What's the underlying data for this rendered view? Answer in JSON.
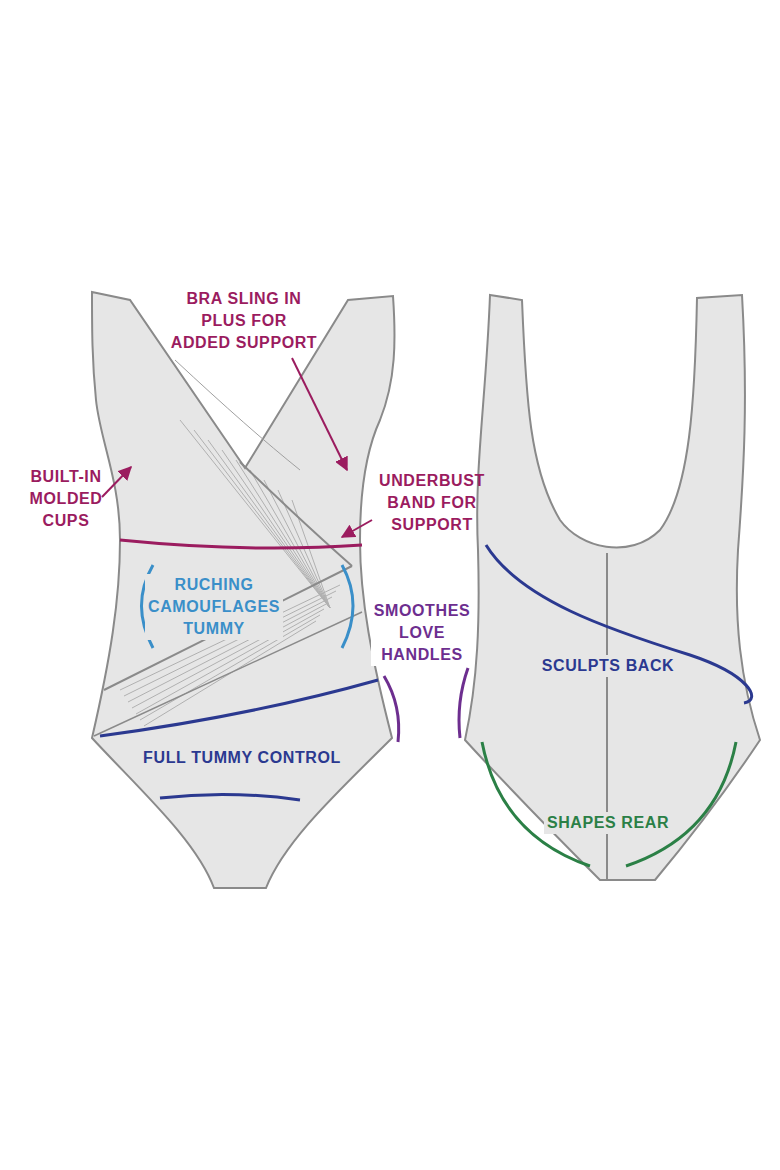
{
  "diagram": {
    "labels": [
      "BRA SLING IN PLUS FOR ADDED SUPPORT",
      "BUILT-IN MOLDED CUPS",
      "UNDERBUST BAND FOR SUPPORT",
      "RUCHING CAMOUFLAGES TUMMY",
      "SMOOTHES LOVE HANDLES",
      "FULL TUMMY CONTROL",
      "SCULPTS BACK",
      "SHAPES REAR"
    ]
  }
}
